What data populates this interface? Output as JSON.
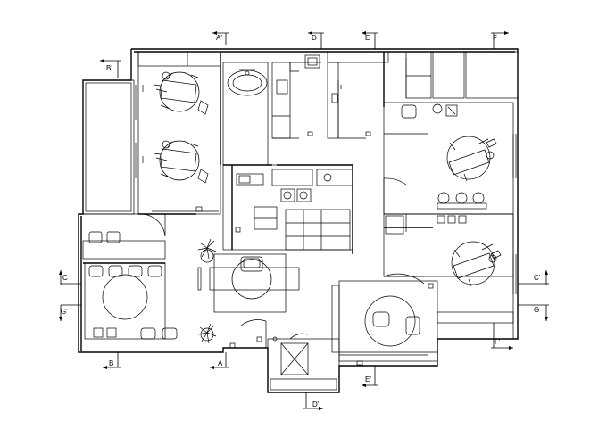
{
  "section_markers": [
    {
      "id": "A-top",
      "label": "A'"
    },
    {
      "id": "A-bottom",
      "label": "A"
    },
    {
      "id": "B-top",
      "label": "B'"
    },
    {
      "id": "B-bottom",
      "label": "B"
    },
    {
      "id": "C-left",
      "label": "C"
    },
    {
      "id": "C-right",
      "label": "C'"
    },
    {
      "id": "D-top",
      "label": "D"
    },
    {
      "id": "D-bottom",
      "label": "D'"
    },
    {
      "id": "E-top",
      "label": "E"
    },
    {
      "id": "E-bottom",
      "label": "E'"
    },
    {
      "id": "F-top",
      "label": "F"
    },
    {
      "id": "F-bottom",
      "label": "F'"
    },
    {
      "id": "G-left",
      "label": "G'"
    },
    {
      "id": "G-right",
      "label": "G"
    }
  ]
}
